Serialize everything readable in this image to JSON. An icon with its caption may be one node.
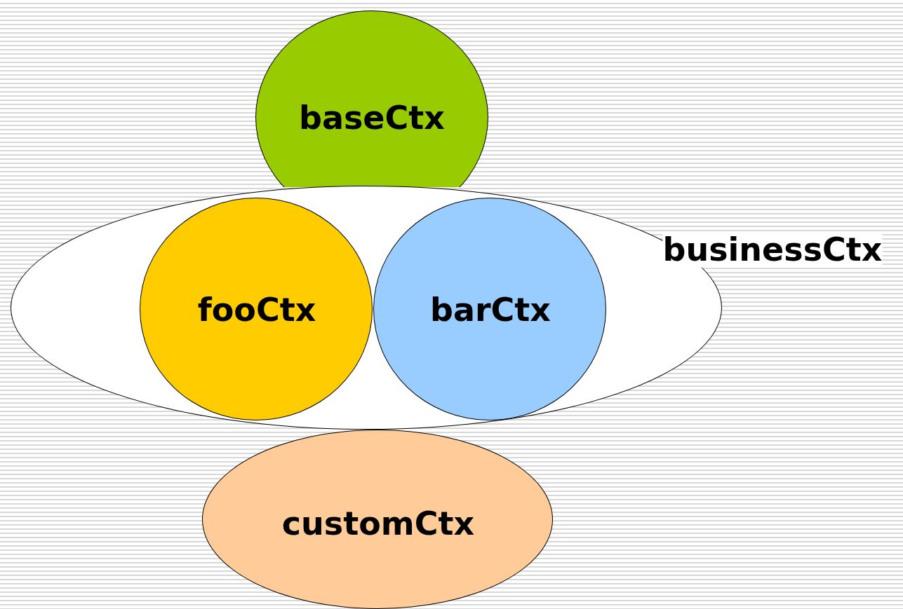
{
  "diagram": {
    "nodes": [
      {
        "text": [
          "baseCtx"
        ]
      },
      {
        "text": [
          "businessCtx"
        ]
      },
      {
        "text": [
          "fooCtx"
        ],
        "in": 1
      },
      {
        "text": [
          "barCtx"
        ],
        "in": 1
      },
      {
        "text": [
          "customCtx"
        ]
      }
    ]
  }
}
